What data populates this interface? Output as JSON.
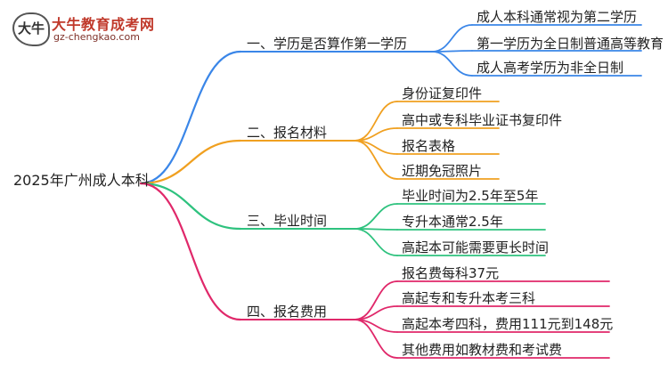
{
  "watermark": {
    "title": "大牛教育成考网",
    "url": "gz-chengkao.com",
    "mark_text": "大牛"
  },
  "root": {
    "label": "2025年广州成人本科"
  },
  "branches": [
    {
      "label": "一、学历是否算作第一学历",
      "color": "#3a86e8",
      "children": [
        "成人本科通常视为第二学历",
        "第一学历为全日制普通高等教育",
        "成人高考学历为非全日制"
      ]
    },
    {
      "label": "二、报名材料",
      "color": "#f0a020",
      "children": [
        "身份证复印件",
        "高中或专科毕业证书复印件",
        "报名表格",
        "近期免冠照片"
      ]
    },
    {
      "label": "三、毕业时间",
      "color": "#2ec27e",
      "children": [
        "毕业时间为2.5年至5年",
        "专升本通常2.5年",
        "高起本可能需要更长时间"
      ]
    },
    {
      "label": "四、报名费用",
      "color": "#e0286a",
      "children": [
        "报名费每科37元",
        "高起专和专升本考三科",
        "高起本考四科，费用111元到148元",
        "其他费用如教材费和考试费"
      ]
    }
  ]
}
